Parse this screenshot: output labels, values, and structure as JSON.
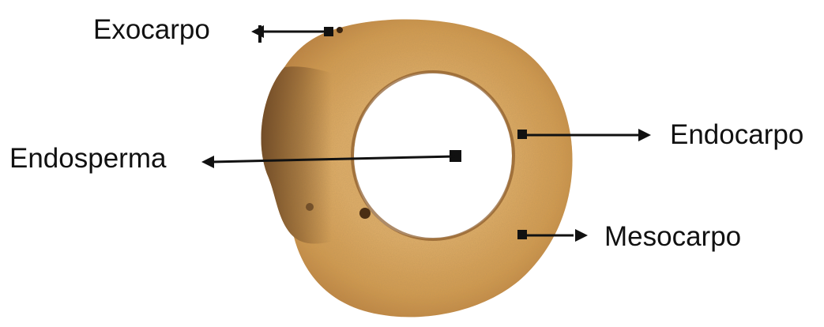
{
  "labels": {
    "exocarpo": "Exocarpo",
    "endosperma": "Endosperma",
    "endocarpo": "Endocarpo",
    "mesocarpo": "Mesocarpo"
  },
  "colors": {
    "ring_base": "#d39a4e",
    "ring_light": "#e2b06a",
    "ring_dark": "#a96a2c",
    "shadow_side": "#6b4a2a",
    "line": "#111111"
  }
}
